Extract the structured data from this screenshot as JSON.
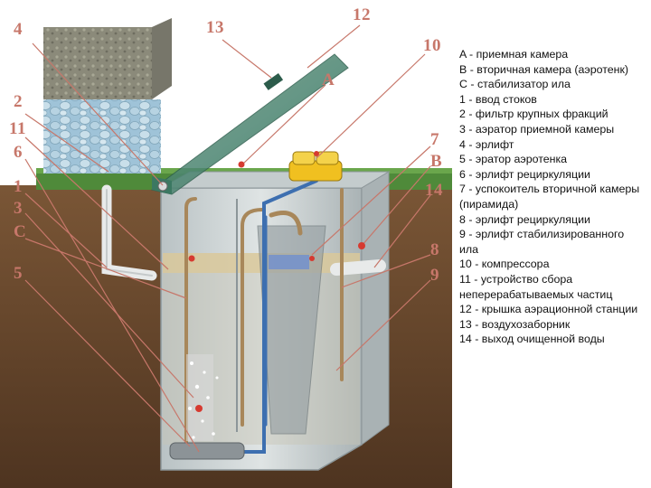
{
  "callouts": {
    "n4": "4",
    "n13": "13",
    "n12": "12",
    "n10": "10",
    "nA": "A",
    "n2": "2",
    "n11": "11",
    "n6": "6",
    "n1": "1",
    "n3": "3",
    "nC": "C",
    "n5": "5",
    "n7": "7",
    "nB": "B",
    "n14": "14",
    "n8": "8",
    "n9": "9"
  },
  "legend": [
    "A - приемная камера",
    "В - вторичная камера (аэротенк)",
    "С - стабилизатор ила",
    "1 - ввод стоков",
    "2 - фильтр крупных фракций",
    "3 - аэратор приемной камеры",
    "4 - эрлифт",
    "5 - эратор аэротенка",
    "6 - эрлифт рециркуляции",
    "7 - успокоитель вторичной камеры (пирамида)",
    "8 - эрлифт рециркуляции",
    "9 - эрлифт стабилизированного ила",
    "10 - компрессора",
    "11 - устройство сбора неперерабатываемых частиц",
    "12 - крышка аэрационной станции",
    "13 - воздухозаборник",
    "14 - выход очищенной воды"
  ],
  "colors": {
    "callout": "#c7776a",
    "soil": "#6b4a2e",
    "grass": "#4f8a3a",
    "tank_glass": "#c9cfd0",
    "lid": "#4d8a74",
    "water": "#d9c89a",
    "compressor": "#f0c020",
    "pipe_blue": "#3d6fb0",
    "pipe_tan": "#a8875a"
  }
}
